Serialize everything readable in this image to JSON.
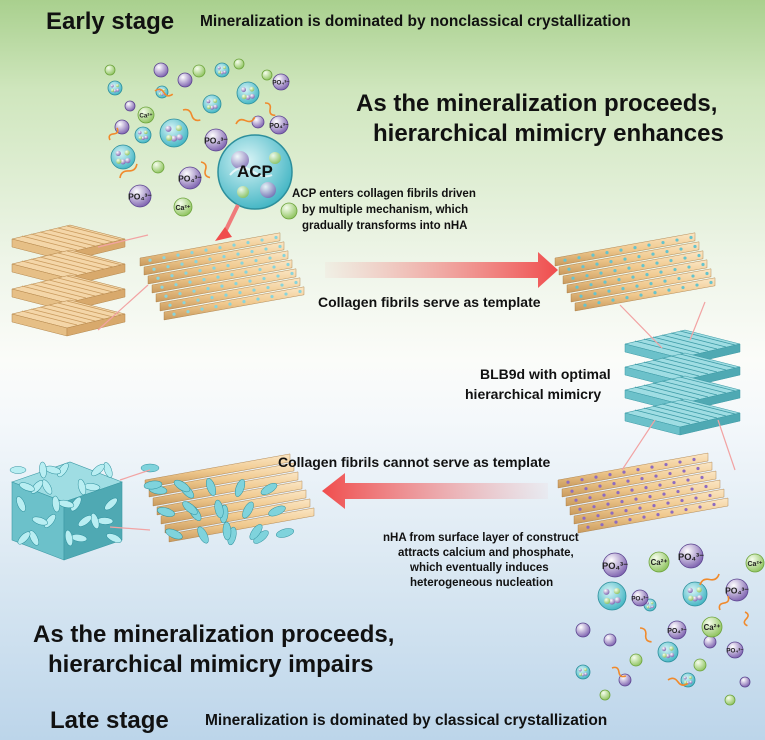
{
  "early": {
    "stage": "Early stage",
    "description": "Mineralization is dominated by nonclassical crystallization",
    "headline_line1": "As the mineralization proceeds,",
    "headline_line2": "hierarchical mimicry enhances",
    "acp_label": "ACP",
    "acp_note_line1": "ACP  enters collagen fibrils driven",
    "acp_note_line2": "by multiple mechanism, which",
    "acp_note_line3": "gradually transforms into nHA",
    "template_caption": "Collagen fibrils serve as template"
  },
  "middle": {
    "blb_line1": "BLB9d with optimal",
    "blb_line2": "hierarchical mimicry",
    "no_template_caption": "Collagen fibrils cannot serve as template",
    "nha_note_line1": "nHA from surface layer of construct",
    "nha_note_line2": "attracts calcium and phosphate,",
    "nha_note_line3": "which eventually induces",
    "nha_note_line4": "heterogeneous nucleation"
  },
  "late": {
    "stage": "Late stage",
    "description": "Mineralization is dominated by classical crystallization",
    "headline_line1": "As the mineralization proceeds,",
    "headline_line2": "hierarchical mimicry impairs"
  },
  "ions": {
    "phosphate": "PO₄³⁻",
    "calcium": "Ca²⁺"
  },
  "colors": {
    "collagen": "#f2cf9c",
    "collagen_dark": "#c99a5d",
    "mineral": "#7fd3dc",
    "mineral_dark": "#3aa8b4",
    "phosphate": "#9a82c0",
    "calcium": "#b9dc8e",
    "arrow": "#f07b7b"
  }
}
